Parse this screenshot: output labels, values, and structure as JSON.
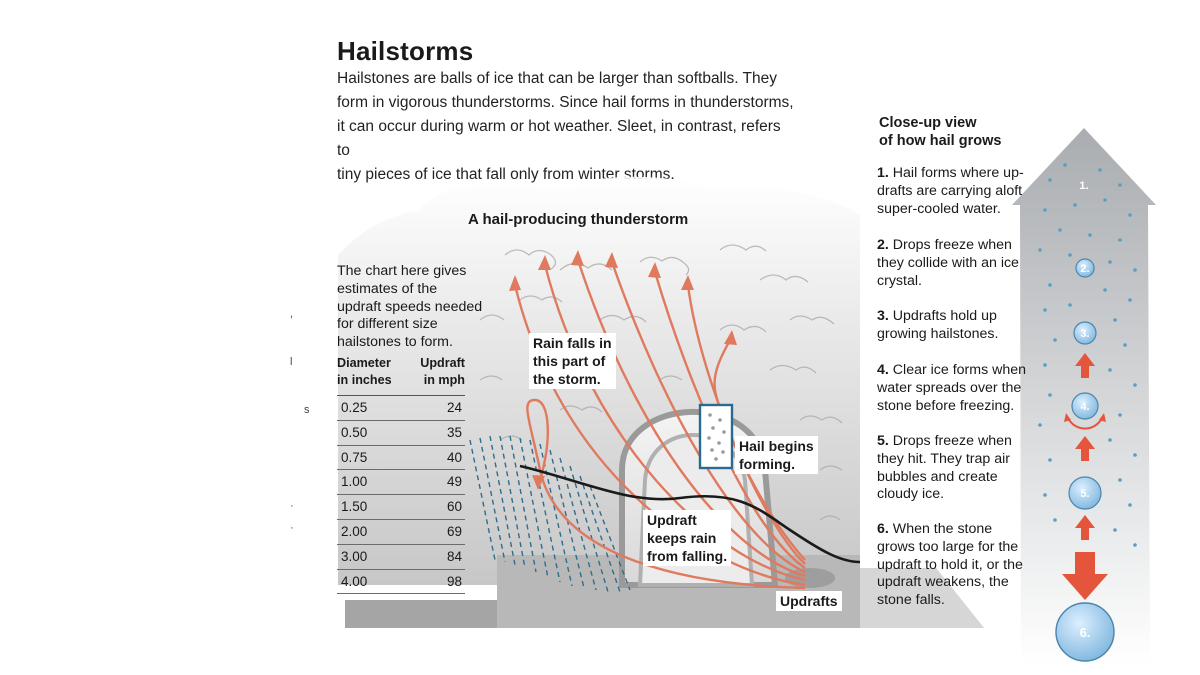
{
  "title": "Hailstorms",
  "intro": [
    "Hailstones are balls of ice that can be larger than softballs. They",
    "form in vigorous thunderstorms. Since hail forms in thunderstorms,",
    "it can occur during warm or hot weather. Sleet, in contrast, refers to",
    "tiny pieces of ice that fall only from winter storms."
  ],
  "storm_title": "A hail-producing thunderstorm",
  "chart_intro": [
    "The chart here gives",
    "estimates of the",
    "updraft speeds needed",
    "for different size",
    "hailstones to form."
  ],
  "table": {
    "col1": [
      "Diameter",
      "in inches"
    ],
    "col2": [
      "Updraft",
      "in mph"
    ],
    "rows": [
      {
        "diameter": "0.25",
        "updraft": "24"
      },
      {
        "diameter": "0.50",
        "updraft": "35"
      },
      {
        "diameter": "0.75",
        "updraft": "40"
      },
      {
        "diameter": "1.00",
        "updraft": "49"
      },
      {
        "diameter": "1.50",
        "updraft": "60"
      },
      {
        "diameter": "2.00",
        "updraft": "69"
      },
      {
        "diameter": "3.00",
        "updraft": "84"
      },
      {
        "diameter": "4.00",
        "updraft": "98"
      }
    ]
  },
  "labels": {
    "rain_falls": [
      "Rain falls in",
      "this part of",
      "the storm."
    ],
    "hail_begins": [
      "Hail begins",
      "forming."
    ],
    "updraft_keeps": [
      "Updraft",
      "keeps rain",
      "from falling."
    ],
    "updrafts": "Updrafts"
  },
  "closeup_title": [
    "Close-up view",
    "of how hail grows"
  ],
  "steps": [
    {
      "num": "1.",
      "lines": [
        "Hail forms where up-",
        "drafts are carrying aloft",
        "super-cooled water."
      ]
    },
    {
      "num": "2.",
      "lines": [
        "Drops freeze when",
        "they collide with an ice",
        "crystal."
      ]
    },
    {
      "num": "3.",
      "lines": [
        "Updrafts hold up",
        "growing hailstones."
      ]
    },
    {
      "num": "4.",
      "lines": [
        "Clear ice forms when",
        "water spreads over the",
        "stone before freezing."
      ]
    },
    {
      "num": "5.",
      "lines": [
        "Drops freeze when",
        "they hit. They trap air",
        "bubbles and create",
        "cloudy ice."
      ]
    },
    {
      "num": "6.",
      "lines": [
        "When the stone",
        "grows too large for the",
        "updraft to hold it, or the",
        "updraft weakens, the",
        "stone falls."
      ]
    }
  ],
  "stage_marks": [
    "1.",
    "2.",
    "3.",
    "4.",
    "5.",
    "6."
  ],
  "colors": {
    "updraft_arrow": "#e07a5f",
    "rain": "#2f6d8f",
    "hailstone": "#a9d3ee",
    "cloud": "#cfcfcf",
    "column": "#b9bcc0"
  }
}
